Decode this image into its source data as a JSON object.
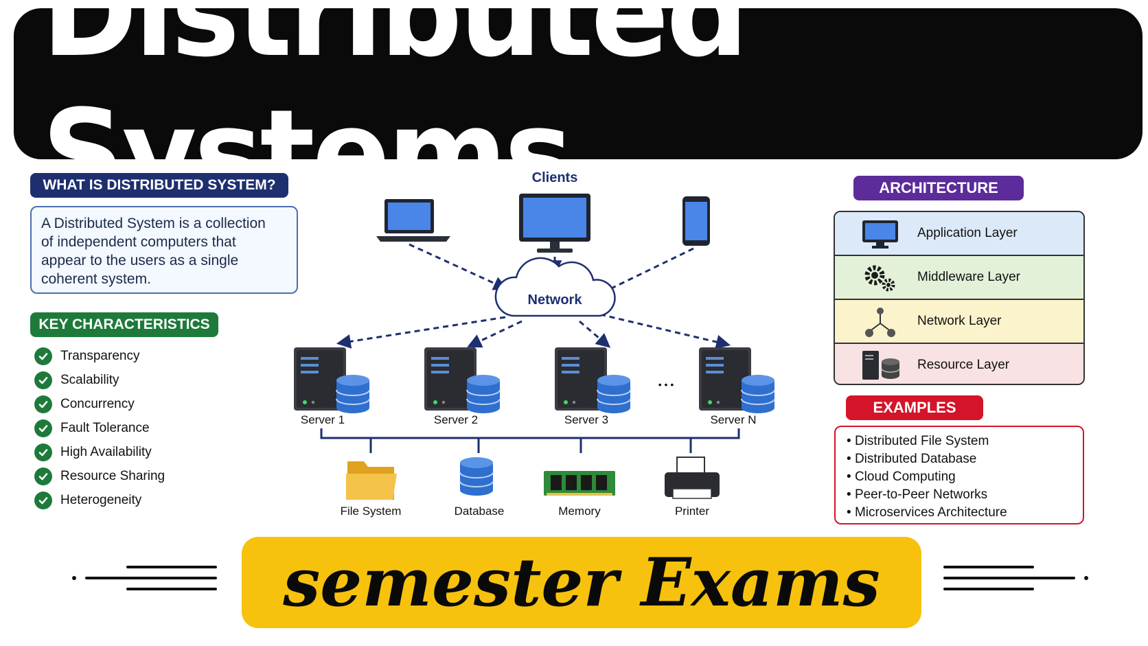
{
  "title": "Distributed Systems",
  "definition": {
    "heading": "WHAT IS DISTRIBUTED SYSTEM?",
    "lines": [
      "A Distributed System is a collection",
      "of independent computers that",
      "appear to the users as a single",
      "coherent system."
    ]
  },
  "characteristics": {
    "heading": "KEY CHARACTERISTICS",
    "items": [
      "Transparency",
      "Scalability",
      "Concurrency",
      "Fault Tolerance",
      "High Availability",
      "Resource Sharing",
      "Heterogeneity"
    ]
  },
  "diagram": {
    "clients_label": "Clients",
    "network_label": "Network",
    "servers": [
      "Server 1",
      "Server 2",
      "Server 3",
      "Server N"
    ],
    "ellipsis": "• • •",
    "resources": [
      "File System",
      "Database",
      "Memory",
      "Printer"
    ]
  },
  "architecture": {
    "heading": "ARCHITECTURE",
    "layers": [
      {
        "label": "Application Layer",
        "icon": "monitor-icon",
        "color": "#dce9f8"
      },
      {
        "label": "Middleware Layer",
        "icon": "gears-icon",
        "color": "#e3f1d9"
      },
      {
        "label": "Network Layer",
        "icon": "network-nodes-icon",
        "color": "#fbf3cc"
      },
      {
        "label": "Resource Layer",
        "icon": "server-database-icon",
        "color": "#f8e2e3"
      }
    ]
  },
  "examples": {
    "heading": "EXAMPLES",
    "items": [
      "Distributed File System",
      "Distributed Database",
      "Cloud Computing",
      "Peer-to-Peer Networks",
      "Microservices Architecture"
    ]
  },
  "banner": "semester Exams",
  "colors": {
    "navy": "#1d2f6f",
    "green": "#1e7a3a",
    "purple": "#5b2c9a",
    "red": "#d4142a",
    "yellow": "#f6c20d",
    "device_blue": "#4a86e8"
  }
}
